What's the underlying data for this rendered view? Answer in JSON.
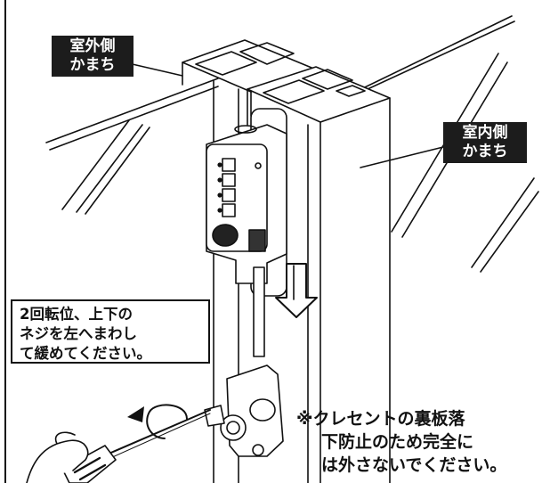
{
  "labels": {
    "outside_frame": [
      "室外側",
      "かまち"
    ],
    "inside_frame": [
      "室内側",
      "かまち"
    ]
  },
  "instruction": [
    "2回転位、上下の",
    "ネジを左へまわし",
    "て緩めてください。"
  ],
  "caution": [
    "※クレセントの裏板落",
    "下防止のため完全に",
    "は外さないでください。"
  ],
  "icons": {
    "rotation": "counterclockwise-arrow-icon",
    "direction": "down-arrow-icon",
    "tool": "screwdriver-icon",
    "hand": "hand-icon"
  }
}
